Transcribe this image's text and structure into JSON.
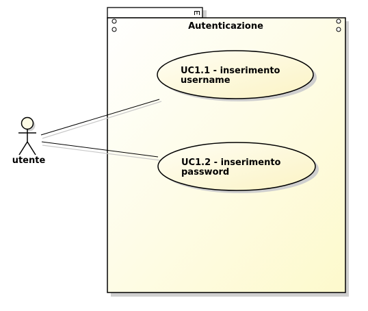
{
  "package": {
    "title": "Autenticazione"
  },
  "actor": {
    "name": "utente"
  },
  "use_cases": [
    {
      "line1": "UC1.1 - inserimento",
      "line2": "username"
    },
    {
      "line1": "UC1.2 - inserimento",
      "line2": "password"
    }
  ]
}
